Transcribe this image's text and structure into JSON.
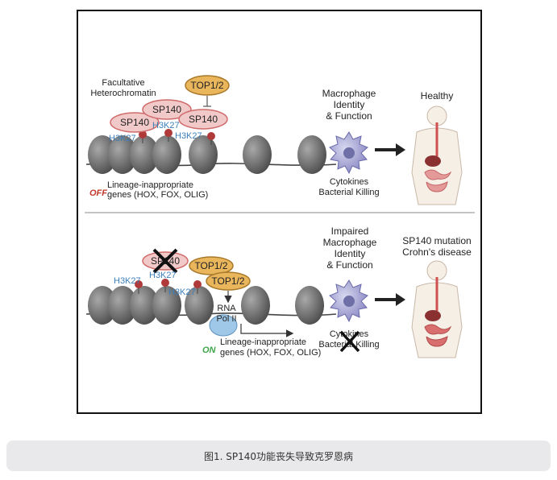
{
  "top_panel": {
    "heading_line1": "Facultative",
    "heading_line2": "Heterochromatin",
    "top_label": "TOP1/2",
    "sp140_a": "SP140",
    "sp140_b": "SP140",
    "sp140_c": "SP140",
    "h3k27_a": "H3K27",
    "h3k27_b": "H3K27",
    "h3k27_c": "H3K27",
    "state": "OFF",
    "genes_line1": "Lineage-inappropriate",
    "genes_line2": "genes (HOX, FOX, OLIG)",
    "mac_line1": "Macrophage",
    "mac_line2": "Identity",
    "mac_line3": "& Function",
    "cyto_line1": "Cytokines",
    "cyto_line2": "Bacterial Killing",
    "outcome": "Healthy"
  },
  "bottom_panel": {
    "sp140": "SP140",
    "top_a": "TOP1/2",
    "top_b": "TOP1/2",
    "h3k27_a": "H3K27",
    "h3k27_b": "H3K27",
    "h3k27_c": "H3K27",
    "rna_line1": "RNA",
    "rna_line2": "Pol II",
    "state": "ON",
    "genes_line1": "Lineage-inappropriate",
    "genes_line2": "genes (HOX, FOX, OLIG)",
    "mac_line1": "Impaired",
    "mac_line2": "Macrophage",
    "mac_line3": "Identity",
    "mac_line4": "& Function",
    "cyto_line1": "Cytokines",
    "cyto_line2": "Bacterial Killing",
    "outcome_line1": "SP140 mutation",
    "outcome_line2": "Crohn's disease"
  },
  "caption": "图1. SP140功能丧失导致克罗恩病",
  "colors": {
    "sp140_fill": "#f2c9c9",
    "sp140_stroke": "#cf6b6b",
    "top_fill": "#e9b65c",
    "nucleosome": "#6d6d6d",
    "macrophage": "#a9a9d6",
    "off": "#c0392b",
    "on": "#3da54a"
  }
}
